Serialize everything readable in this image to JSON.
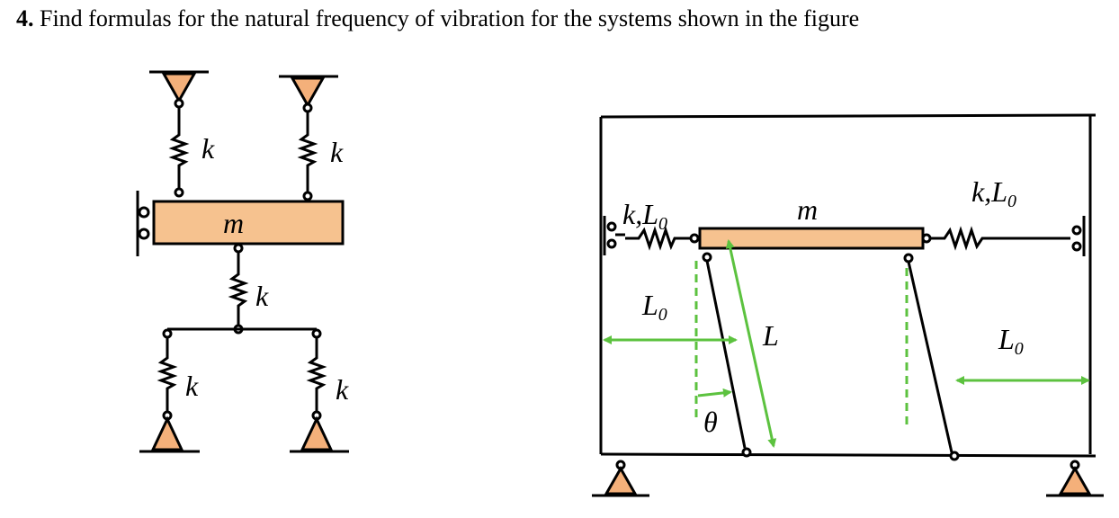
{
  "problem": {
    "number": "4.",
    "text": "Find formulas for the natural frequency of vibration for the systems shown in the figure"
  },
  "colors": {
    "mass_fill": "#f6c28f",
    "support_fill": "#f4b07a",
    "dimension_arrow": "#5cc23f",
    "vertical_reference_dash": "#5cc23f",
    "line": "#000000"
  },
  "figure_left": {
    "mass_label": "m",
    "spring_labels": [
      "k",
      "k",
      "k",
      "k",
      "k"
    ]
  },
  "figure_right": {
    "mass_label": "m",
    "left_spring_label": "k,L",
    "left_spring_subscript": "0",
    "right_spring_label": "k,L",
    "right_spring_subscript": "0",
    "dim_left_label": "L",
    "dim_left_subscript": "0",
    "dim_right_label": "L",
    "dim_right_subscript": "0",
    "bar_length_label": "L",
    "angle_label": "θ"
  },
  "icons": [
    "pin-support-icon",
    "roller-guide-icon",
    "spring-icon",
    "hinge-icon"
  ]
}
